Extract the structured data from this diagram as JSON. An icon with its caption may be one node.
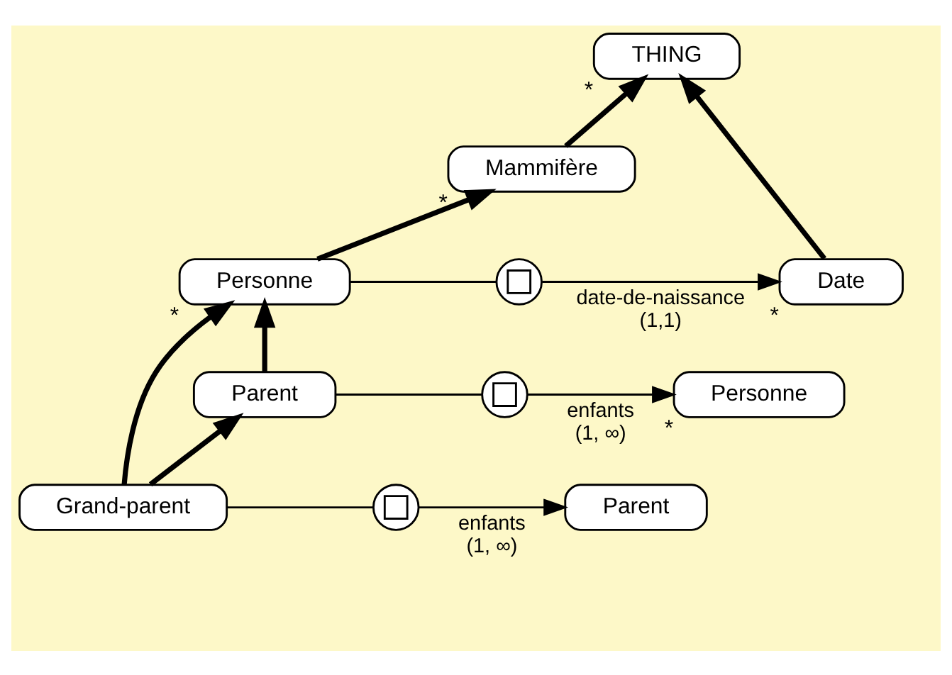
{
  "diagram": {
    "nodes": [
      {
        "text": [
          "THING"
        ],
        "beside": [
          "*"
        ]
      },
      {
        "text": [
          "Mammifère"
        ],
        "beside": [
          "*"
        ]
      },
      {
        "text": [
          "Personne"
        ],
        "beside": [
          "*"
        ]
      },
      {
        "text": [
          "Parent"
        ]
      },
      {
        "text": [
          "Grand-parent"
        ]
      },
      {
        "text": [],
        "shape": "circle",
        "beside": [
          "date-de-naissance",
          "(1,1)"
        ]
      },
      {
        "text": [
          "Date"
        ],
        "beside": [
          "*"
        ]
      },
      {
        "text": [],
        "shape": "circle",
        "beside": [
          "enfants",
          "(1, ∞)"
        ]
      },
      {
        "text": [
          "Personne"
        ],
        "beside": [
          "*"
        ]
      },
      {
        "text": [],
        "shape": "circle",
        "beside": [
          "enfants",
          "(1, ∞)"
        ]
      },
      {
        "text": [
          "Parent"
        ]
      }
    ],
    "edges": [
      {
        "from": 1,
        "to": 0,
        "arrow": "to",
        "style": "thick"
      },
      {
        "from": 2,
        "to": 1,
        "arrow": "to",
        "style": "thick"
      },
      {
        "from": 3,
        "to": 2,
        "arrow": "to",
        "style": "thick"
      },
      {
        "from": 4,
        "to": 3,
        "arrow": "to",
        "style": "thick"
      },
      {
        "from": 6,
        "to": 0,
        "arrow": "to",
        "style": "thick"
      },
      {
        "from": 4,
        "to": 2,
        "arrow": "to",
        "style": "thick"
      },
      {
        "from": 2,
        "to": 5,
        "arrow": "none"
      },
      {
        "from": 5,
        "to": 6,
        "arrow": "to"
      },
      {
        "from": 3,
        "to": 7,
        "arrow": "none"
      },
      {
        "from": 7,
        "to": 8,
        "arrow": "to"
      },
      {
        "from": 4,
        "to": 9,
        "arrow": "none"
      },
      {
        "from": 9,
        "to": 10,
        "arrow": "to"
      }
    ]
  }
}
